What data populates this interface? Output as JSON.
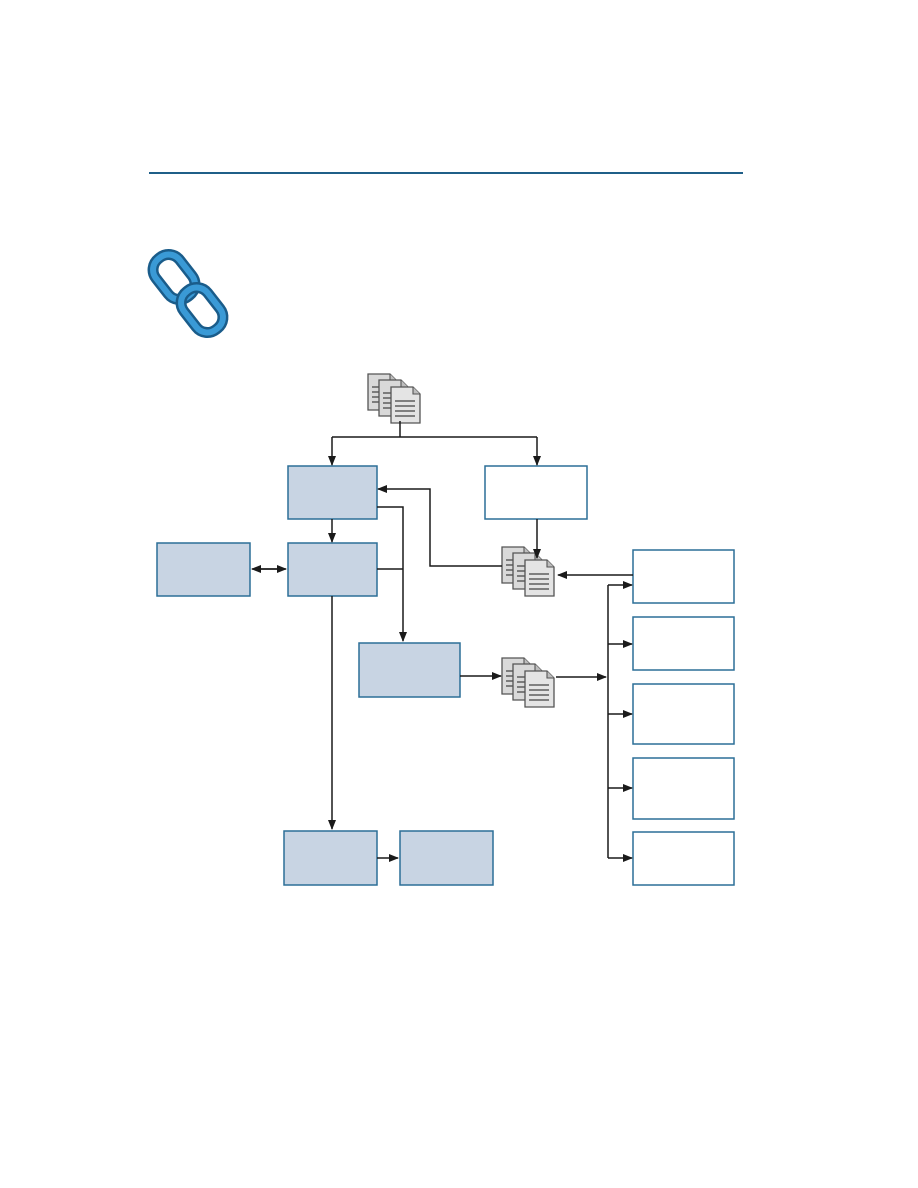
{
  "colors": {
    "rule": "#1f5f88",
    "box_fill_shaded": "#c8d4e3",
    "box_fill_plain": "#ffffff",
    "box_border": "#2c6f97",
    "arrow": "#1a1a1a",
    "doc_fill": "#d9d9d9",
    "doc_stroke": "#555555",
    "link_icon": "#2a86c2",
    "link_icon_dark": "#1a5c8a"
  },
  "icons": {
    "header": "chain-link-icon",
    "documents": "document-stack-icon"
  },
  "boxes": [
    {
      "id": "box-center-top",
      "style": "shaded",
      "label": ""
    },
    {
      "id": "box-top-right",
      "style": "plain",
      "label": ""
    },
    {
      "id": "box-left",
      "style": "shaded",
      "label": ""
    },
    {
      "id": "box-center-mid",
      "style": "shaded",
      "label": ""
    },
    {
      "id": "box-center-low",
      "style": "shaded",
      "label": ""
    },
    {
      "id": "box-bottom-left",
      "style": "shaded",
      "label": ""
    },
    {
      "id": "box-bottom-right",
      "style": "shaded",
      "label": ""
    },
    {
      "id": "box-right-1",
      "style": "plain",
      "label": ""
    },
    {
      "id": "box-right-2",
      "style": "plain",
      "label": ""
    },
    {
      "id": "box-right-3",
      "style": "plain",
      "label": ""
    },
    {
      "id": "box-right-4",
      "style": "plain",
      "label": ""
    },
    {
      "id": "box-right-5",
      "style": "plain",
      "label": ""
    }
  ]
}
